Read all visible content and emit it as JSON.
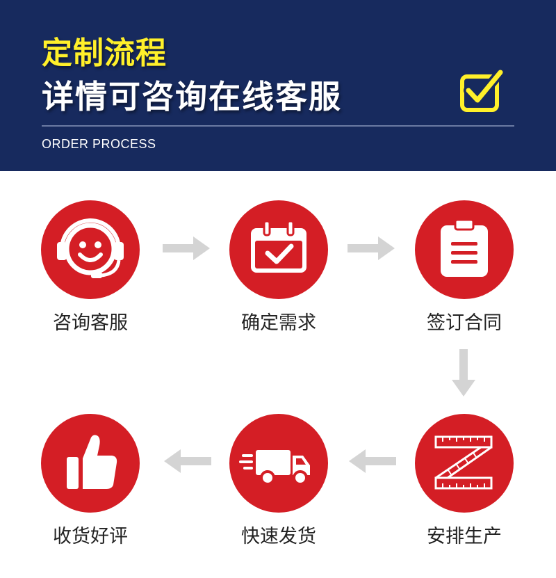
{
  "header": {
    "title_line1": "定制流程",
    "title_line2": "详情可咨询在线客服",
    "subtitle": "ORDER PROCESS",
    "check_icon": "checkbox-check-icon"
  },
  "steps": [
    {
      "label": "咨询客服",
      "icon": "customer-service-headset-icon"
    },
    {
      "label": "确定需求",
      "icon": "calendar-check-icon"
    },
    {
      "label": "签订合同",
      "icon": "clipboard-icon"
    },
    {
      "label": "安排生产",
      "icon": "measuring-tape-z-icon"
    },
    {
      "label": "快速发货",
      "icon": "delivery-truck-icon"
    },
    {
      "label": "收货好评",
      "icon": "thumbs-up-icon"
    }
  ],
  "colors": {
    "header_bg": "#172a5e",
    "title_accent": "#fff02a",
    "circle_red": "#d41e25",
    "arrow_gray": "#d4d4d4"
  }
}
